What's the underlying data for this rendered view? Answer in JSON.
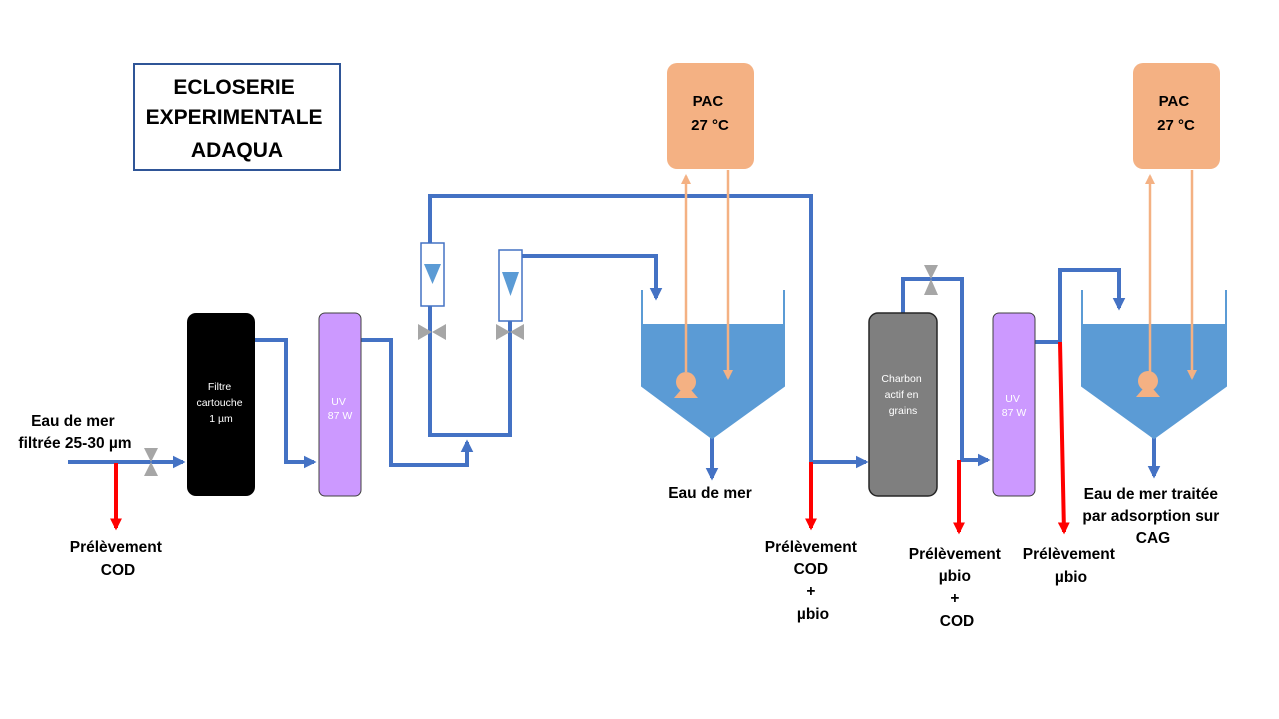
{
  "title": {
    "lines": [
      "ECLOSERIE",
      "EXPERIMENTALE",
      "ADAQUA"
    ]
  },
  "inlet": {
    "lines": [
      "Eau de mer",
      "filtrée 25-30 µm"
    ]
  },
  "cartridge_filter": {
    "lines": [
      "Filtre",
      "cartouche",
      "1 µm"
    ]
  },
  "uv_1": {
    "lines": [
      "UV",
      "87 W"
    ]
  },
  "uv_2": {
    "lines": [
      "UV",
      "87 W"
    ]
  },
  "carbon_column": {
    "lines": [
      "Charbon",
      "actif en",
      "grains"
    ]
  },
  "heat_pump_1": {
    "lines": [
      "PAC",
      "27 °C"
    ]
  },
  "heat_pump_2": {
    "lines": [
      "PAC",
      "27 °C"
    ]
  },
  "outlet_tank_1": {
    "label": "Eau de mer"
  },
  "outlet_tank_2": {
    "lines": [
      "Eau de mer traitée",
      "par adsorption sur",
      "CAG"
    ]
  },
  "sampling_1": {
    "lines": [
      "Prélèvement",
      "COD"
    ]
  },
  "sampling_2": {
    "lines": [
      "Prélèvement",
      "COD",
      "+",
      "µbio"
    ]
  },
  "sampling_3": {
    "lines": [
      "Prélèvement",
      "µbio",
      "+",
      "COD"
    ]
  },
  "sampling_4": {
    "lines": [
      "Prélèvement",
      "µbio"
    ]
  },
  "colors": {
    "pipe": "#4472c4",
    "water": "#5b9bd5",
    "sampling": "#ff0000",
    "pac": "#f4b183",
    "uv": "#cc99ff",
    "filter": "#000000",
    "carbon": "#7f7f7f",
    "valve": "#a6a6a6",
    "title_border": "#2f5597"
  }
}
